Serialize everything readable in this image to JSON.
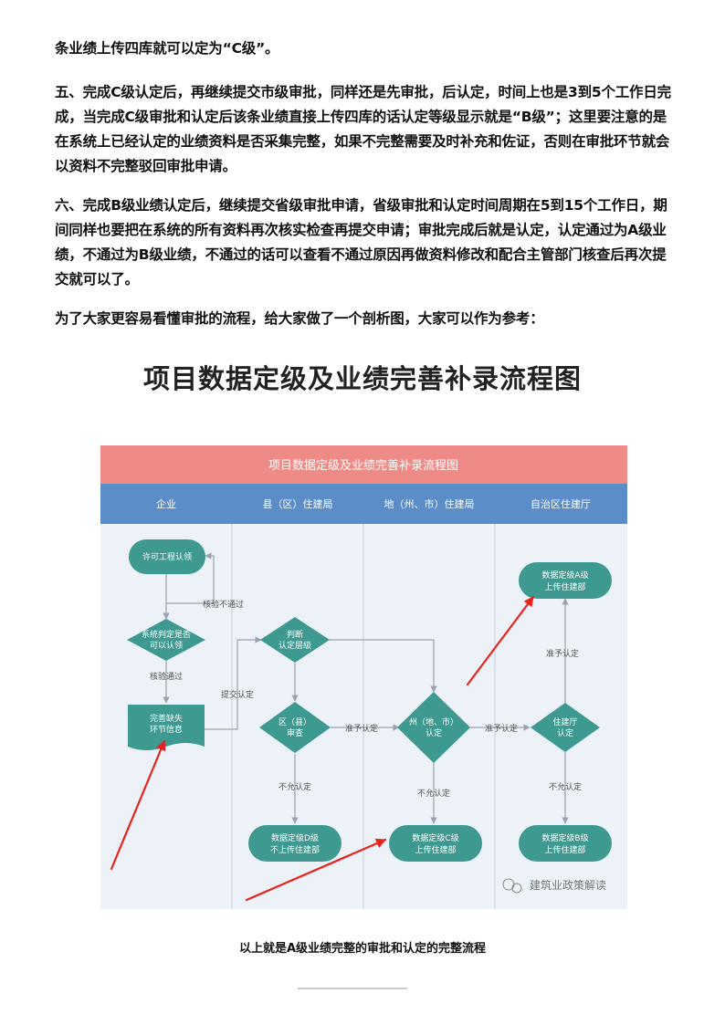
{
  "paragraphs": [
    "条业绩上传四库就可以定为“C级”。",
    "五、完成C级认定后，再继续提交市级审批，同样还是先审批，后认定，时间上也是3到5个工作日完成，当完成C级审批和认定后该条业绩直接上传四库的话认定等级显示就是“B级”；这里要注意的是在系统上已经认定的业绩资料是否采集完整，如果不完整需要及时补充和佐证，否则在审批环节就会以资料不完整驳回审批申请。",
    "六、完成B级业绩认定后，继续提交省级审批申请，省级审批和认定时间周期在5到15个工作日，期间同样也要把在系统的所有资料再次核实检查再提交申请；审批完成后就是认定，认定通过为A级业绩，不通过为B级业绩，不通过的话可以查看不通过原因再做资料修改和配合主管部门核查后再次提交就可以了。",
    "为了大家更容易看懂审批的流程，给大家做了一个剖析图，大家可以作为参考："
  ],
  "figure_title": "项目数据定级及业绩完善补录流程图",
  "flowchart": {
    "header": "项目数据定级及业绩完善补录流程图",
    "lanes": [
      "企业",
      "县（区）住建局",
      "地（州、市）住建局",
      "自治区住建厅"
    ],
    "nodes": {
      "license": "许可工程认领",
      "system_check": [
        "系统判定是否",
        "可以认领"
      ],
      "improve_doc": [
        "完善缺失",
        "环节信息"
      ],
      "judge_level": [
        "判断",
        "认定层级"
      ],
      "county_review": [
        "区（县）",
        "审查"
      ],
      "city_confirm": [
        "州（地、市）",
        "认定"
      ],
      "province_confirm": [
        "住建厅",
        "认定"
      ],
      "level_a": [
        "数据定级A级",
        "上传住建部"
      ],
      "level_b": [
        "数据定级B级",
        "上传住建部"
      ],
      "level_c": [
        "数据定级C级",
        "上传住建部"
      ],
      "level_d": [
        "数据定级D级",
        "不上传住建部"
      ]
    },
    "edge_labels": {
      "check_fail": "核验不通过",
      "check_pass": "核验通过",
      "submit": "提交认定",
      "approve1": "准予认定",
      "approve2": "准予认定",
      "approve3": "准予认定",
      "reject1": "不允认定",
      "reject2": "不允认定",
      "reject3": "不允认定"
    },
    "watermark": "建筑业政策解读",
    "colors": {
      "header_bg": "#ee8b86",
      "lane_bg": "#5b8dc9",
      "node": "#3e9a90",
      "arrow_red": "#e8231c",
      "body_bg": "#edf1f8"
    }
  },
  "caption": "以上就是A级业绩完整的审批和认定的完整流程"
}
